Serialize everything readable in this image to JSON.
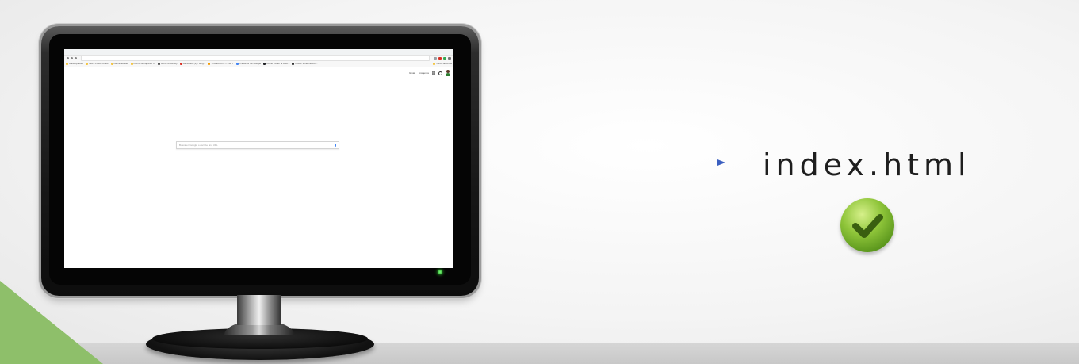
{
  "browser": {
    "bookmarks": [
      {
        "label": "Marketplaces",
        "color": "#f4c542"
      },
      {
        "label": "Stock Fotos Gratis",
        "color": "#f4c542"
      },
      {
        "label": "Herramientas",
        "color": "#f4c542"
      },
      {
        "label": "Demo Wordpress Th",
        "color": "#f4c542"
      },
      {
        "label": "Hero University",
        "color": "#555555"
      },
      {
        "label": "Recibidos (1) - serg...",
        "color": "#d93025"
      },
      {
        "label": "Virtualizzbm — Las T",
        "color": "#f29900"
      },
      {
        "label": "Traductor de Google",
        "color": "#4285f4"
      },
      {
        "label": "Como instalr la visio...",
        "color": "#202124"
      },
      {
        "label": "Lucas Vendrino Lin...",
        "color": "#333333"
      }
    ],
    "bookmarks_other": "Otros favoritos",
    "google_links": [
      "Gmail",
      "Imágenes"
    ],
    "search_placeholder": "Busca en Google o escribe una URL"
  },
  "file": {
    "name": "index.html"
  },
  "colors": {
    "arrow": "#3b5fc0",
    "check": "#6fae22",
    "corner": "#8ebf6a"
  }
}
